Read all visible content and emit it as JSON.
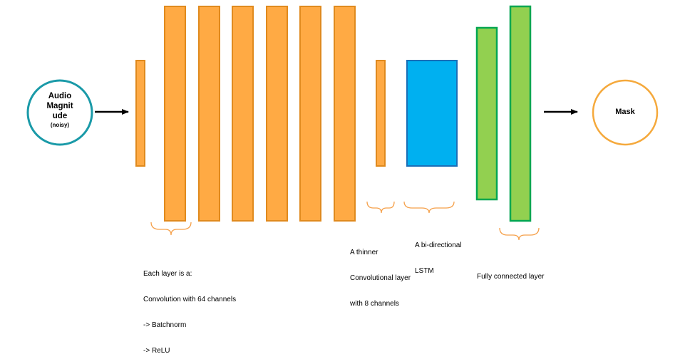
{
  "input_node": {
    "line1": "Audio",
    "line2": "Magnit",
    "line3": "ude",
    "line4": "(noisy)"
  },
  "output_node": {
    "label": "Mask"
  },
  "annotations": {
    "conv_layers": [
      "Each layer is a:",
      "Convolution with 64 channels",
      "-> Batchnorm",
      "-> ReLU"
    ],
    "thin_conv": [
      "A thinner",
      "Convolutional layer",
      "with 8 channels"
    ],
    "lstm": [
      "A bi-directional",
      "LSTM"
    ],
    "fc": [
      "Fully connected layer"
    ]
  },
  "colors": {
    "conv_fill": "#ffaa44",
    "conv_stroke": "#e08a1e",
    "lstm_fill": "#00b0f0",
    "lstm_stroke": "#1a6fb8",
    "fc_fill": "#92d050",
    "fc_stroke": "#00a651",
    "input_circle": "#1a9aa8",
    "output_circle": "#f5a93c",
    "brace": "#f5a04a",
    "arrow": "#000000"
  }
}
